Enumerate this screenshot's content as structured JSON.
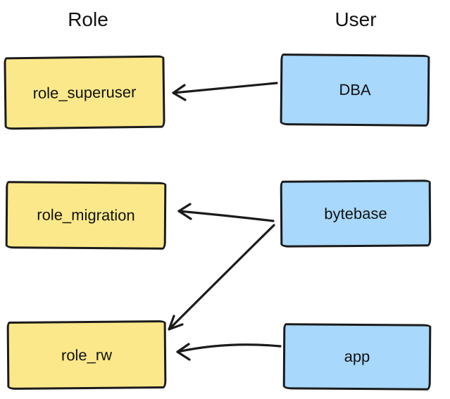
{
  "headers": {
    "role": "Role",
    "user": "User"
  },
  "colors": {
    "role_fill": "#fbe88a",
    "user_fill": "#a8d8fb",
    "stroke": "#1b1b1b",
    "background": "#ffffff"
  },
  "diagram": {
    "roles": [
      {
        "label": "role_superuser"
      },
      {
        "label": "role_migration"
      },
      {
        "label": "role_rw"
      }
    ],
    "users": [
      {
        "label": "DBA"
      },
      {
        "label": "bytebase"
      },
      {
        "label": "app"
      }
    ],
    "edges": [
      {
        "from": "DBA",
        "to": "role_superuser"
      },
      {
        "from": "bytebase",
        "to": "role_migration"
      },
      {
        "from": "bytebase",
        "to": "role_rw"
      },
      {
        "from": "app",
        "to": "role_rw"
      }
    ]
  }
}
